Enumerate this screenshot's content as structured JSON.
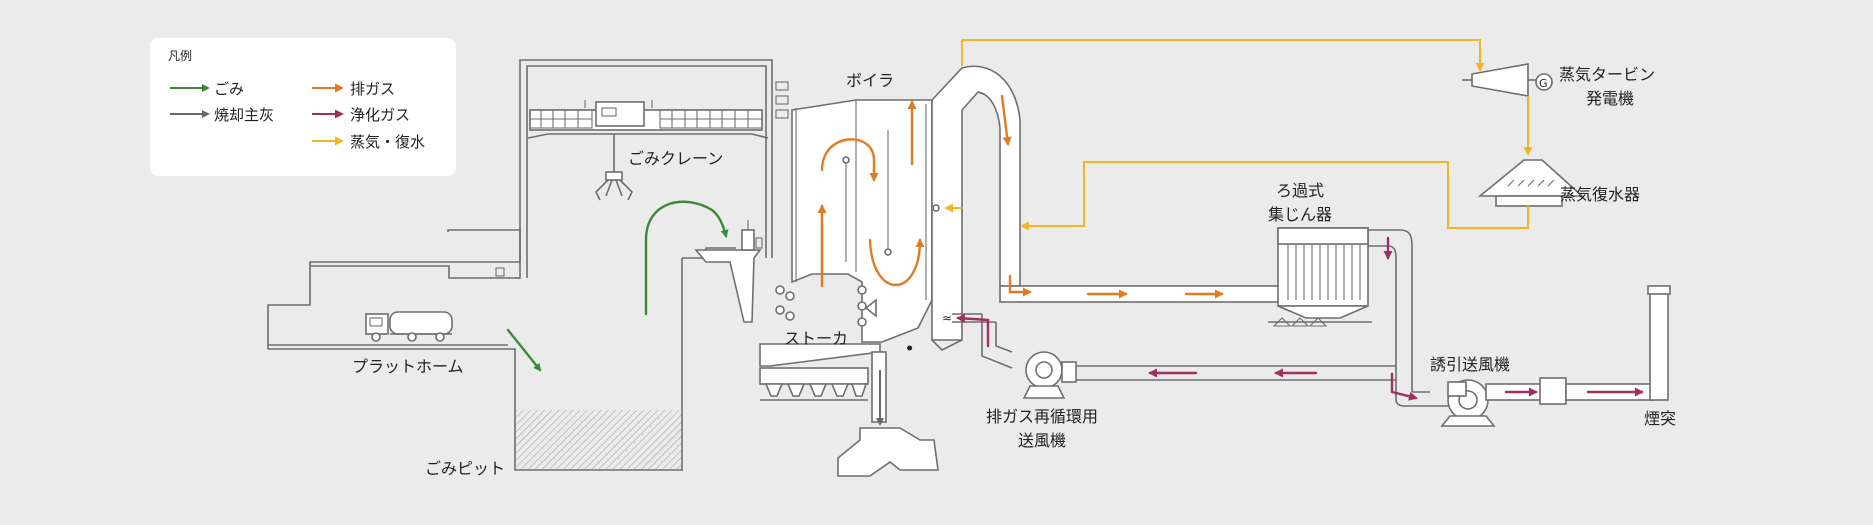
{
  "legend": {
    "title": "凡例",
    "items": [
      {
        "key": "waste",
        "label": "ごみ",
        "color": "#3a8a35"
      },
      {
        "key": "ash",
        "label": "焼却主灰",
        "color": "#6a6a6a"
      },
      {
        "key": "exhaust",
        "label": "排ガス",
        "color": "#e07b22"
      },
      {
        "key": "purified",
        "label": "浄化ガス",
        "color": "#a0305f"
      },
      {
        "key": "steam",
        "label": "蒸気・復水",
        "color": "#f0b626"
      }
    ]
  },
  "labels": {
    "platform": "プラットホーム",
    "pit": "ごみピット",
    "crane": "ごみクレーン",
    "stoker": "ストーカ",
    "boiler": "ボイラ",
    "turbine_1": "蒸気タービン",
    "turbine_2": "発電機",
    "condenser": "蒸気復水器",
    "filter_1": "ろ過式",
    "filter_2": "集じん器",
    "idfan": "誘引送風機",
    "recirc_1": "排ガス再循環用",
    "recirc_2": "送風機",
    "stack": "煙突",
    "generator_symbol": "G"
  }
}
